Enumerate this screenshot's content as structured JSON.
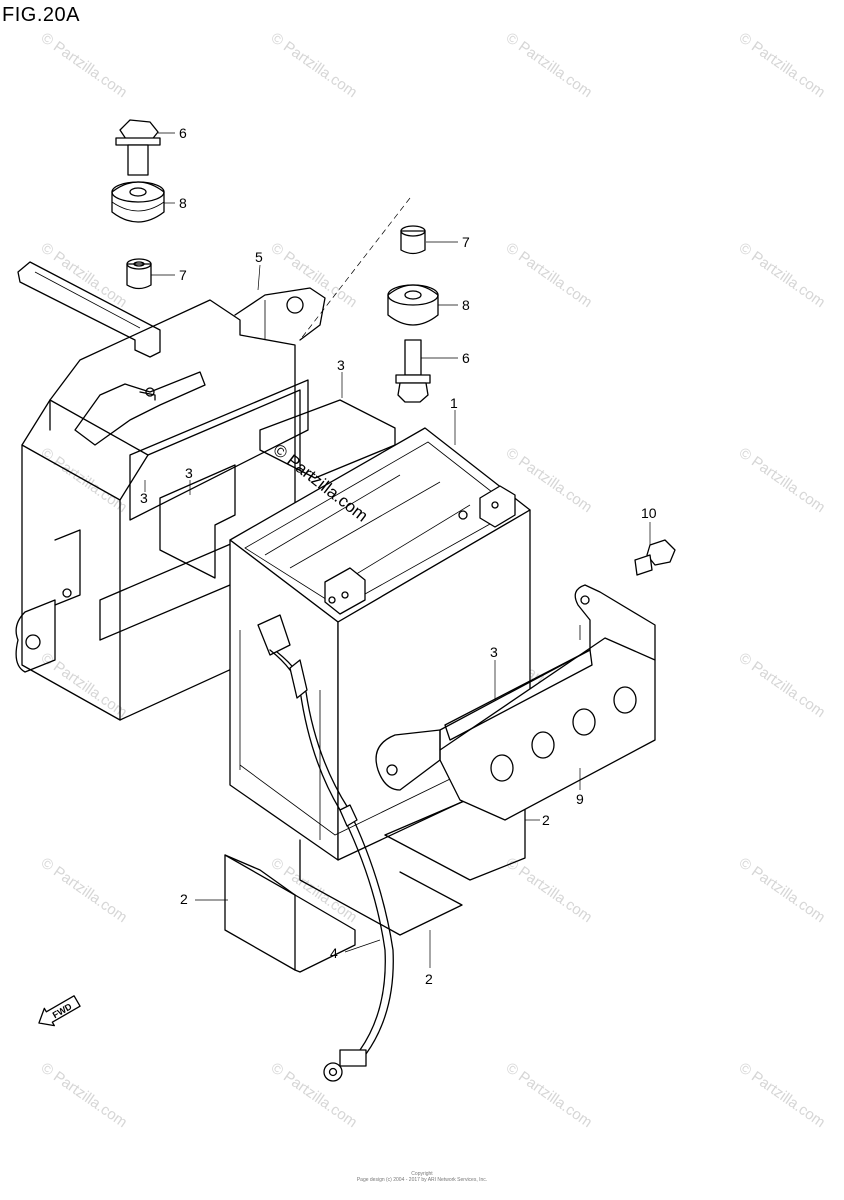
{
  "figure": {
    "title": "FIG.20A"
  },
  "watermark": {
    "text": "© Partzilla.com",
    "center_text": "© Partzilla.com"
  },
  "callouts": [
    {
      "id": "c6a",
      "label": "6"
    },
    {
      "id": "c8a",
      "label": "8"
    },
    {
      "id": "c7a",
      "label": "7"
    },
    {
      "id": "c5",
      "label": "5"
    },
    {
      "id": "c7b",
      "label": "7"
    },
    {
      "id": "c8b",
      "label": "8"
    },
    {
      "id": "c6b",
      "label": "6"
    },
    {
      "id": "c3a",
      "label": "3"
    },
    {
      "id": "c1",
      "label": "1"
    },
    {
      "id": "c3b",
      "label": "3"
    },
    {
      "id": "c3c",
      "label": "3"
    },
    {
      "id": "c10",
      "label": "10"
    },
    {
      "id": "c3d",
      "label": "3"
    },
    {
      "id": "c9",
      "label": "9"
    },
    {
      "id": "c2a",
      "label": "2"
    },
    {
      "id": "c2b",
      "label": "2"
    },
    {
      "id": "c4",
      "label": "4"
    },
    {
      "id": "c2c",
      "label": "2"
    }
  ],
  "fwd_marker": {
    "label": "FWD"
  },
  "footer": {
    "line1": "Copyright",
    "line2": "Page design (c) 2004 - 2017 by ARI Network Services, Inc."
  }
}
